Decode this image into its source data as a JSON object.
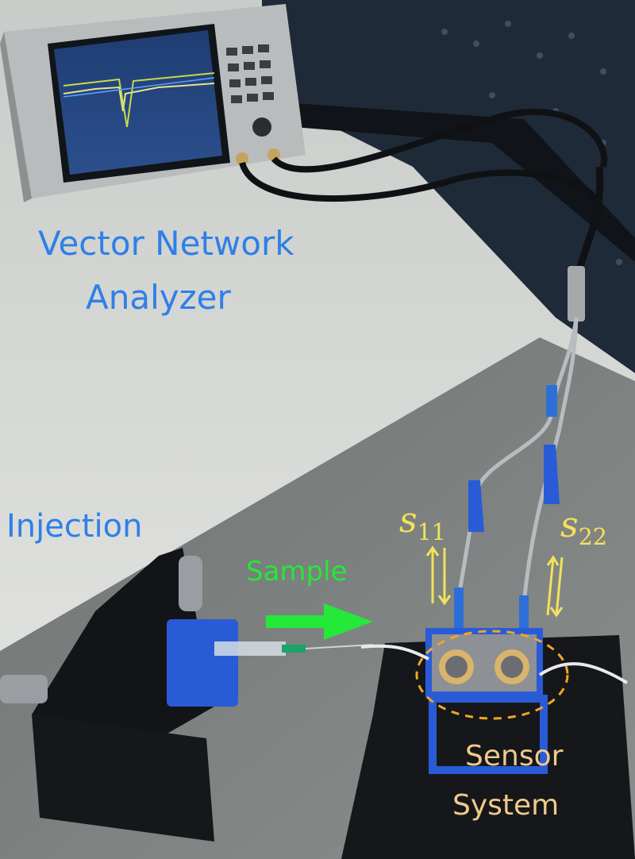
{
  "labels": {
    "vna_line1": "Vector Network",
    "vna_line2": "Analyzer",
    "injection": "Injection",
    "sample": "Sample",
    "s11_base": "s",
    "s11_sub": "11",
    "s22_base": "s",
    "s22_sub": "22",
    "sensor_line1": "Sensor",
    "sensor_line2": "System"
  },
  "colors": {
    "label_blue": "#2f7fe8",
    "label_yellow": "#f3e25a",
    "label_green": "#25e838",
    "sensor_text": "#f0c98a",
    "ellipse_dash": "#f2a623"
  },
  "icons": {
    "sample_arrow": "arrow-right-icon",
    "s11_arrows": "arrows-up-down-icon",
    "s22_arrows": "arrows-up-down-icon"
  }
}
